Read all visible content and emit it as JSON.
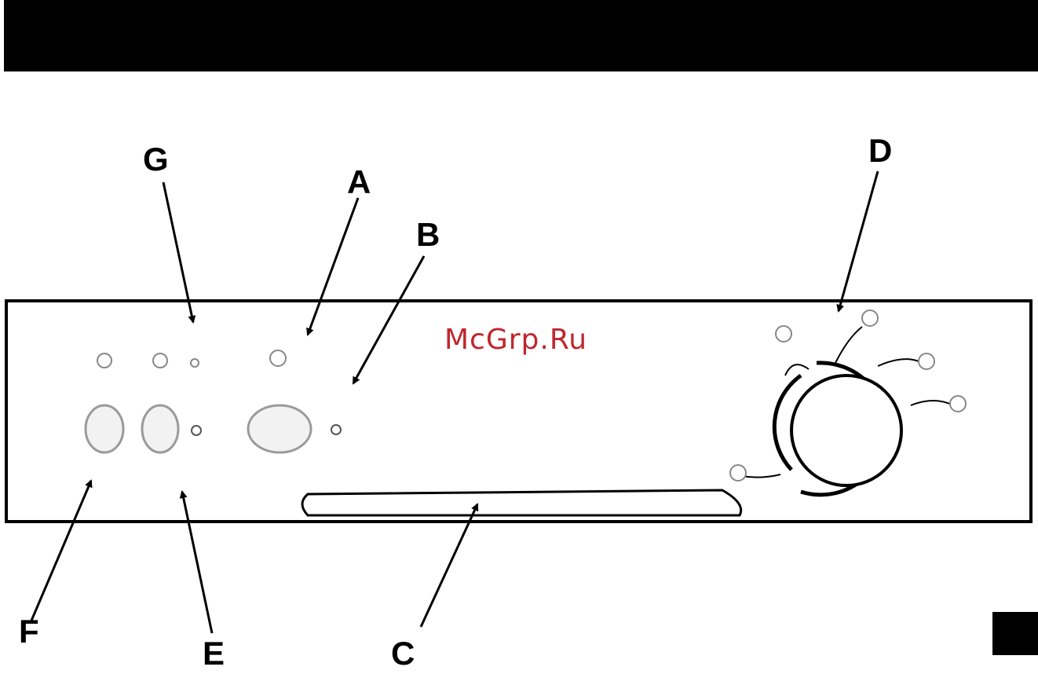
{
  "watermark": "McGrp.Ru",
  "callouts": {
    "a": "A",
    "b": "B",
    "c": "C",
    "d": "D",
    "e": "E",
    "f": "F",
    "g": "G"
  },
  "colors": {
    "ink": "#000000",
    "watermark": "#c0262d",
    "button_fill": "#f2f2f2",
    "button_stroke": "#9a9a9a"
  },
  "icons": {
    "header": "black-title-bar",
    "page_tab": "black-page-marker"
  }
}
